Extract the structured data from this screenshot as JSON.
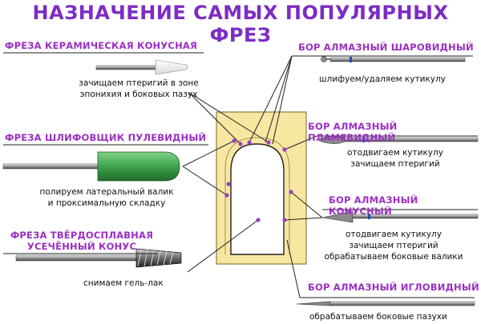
{
  "title": "Назначение самых популярных фрез",
  "tools": {
    "ceramic_cone": {
      "name": "Фреза керамическая конусная",
      "desc": [
        "зачищаем птеригий в зоне",
        "эпонихия и боковых пазух"
      ]
    },
    "polisher": {
      "name": "Фреза шлифовщик пулевидный",
      "desc": [
        "полируем латеральный валик",
        "и проксимальную складку"
      ]
    },
    "carbide": {
      "name": [
        "Фреза твёрдосплавная",
        "усечённый конус"
      ],
      "desc": [
        "снимаем гель-лак"
      ]
    },
    "diamond_ball": {
      "name": "Бор алмазный шаровидный",
      "desc": [
        "шлифуем/удаляем кутикулу"
      ]
    },
    "diamond_flame": {
      "name": "Бор алмазный пламевидный",
      "desc": [
        "отодвигаем кутикулу",
        "зачищаем птеригий"
      ]
    },
    "diamond_cone": {
      "name": "Бор алмазный конусный",
      "desc": [
        "отодвигаем кутикулу",
        "зачищаем птеригий",
        "обрабатываем боковые валики"
      ]
    },
    "diamond_needle": {
      "name": "Бор алмазный игловидный",
      "desc": [
        "обрабатываем боковые пазухи"
      ]
    }
  },
  "colors": {
    "title": "#7d2cc4",
    "label": "#9b2fc2",
    "finger": "#f7e7a1",
    "dot": "#9b3fc9"
  }
}
